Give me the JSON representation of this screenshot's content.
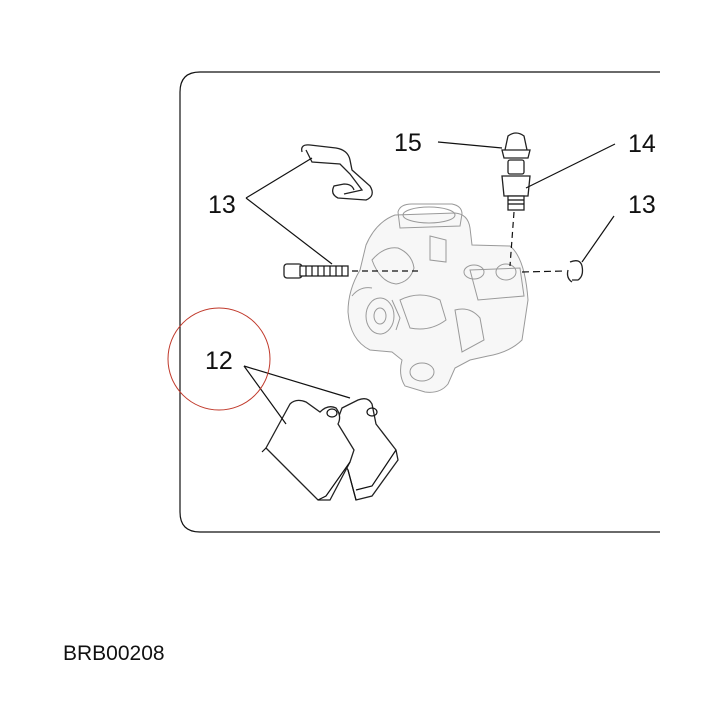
{
  "diagram": {
    "callouts": [
      {
        "id": "c15",
        "label": "15",
        "part": "bleeder-cap"
      },
      {
        "id": "c14",
        "label": "14",
        "part": "bleeder-valve"
      },
      {
        "id": "c13a",
        "label": "13",
        "part": "pad-retaining-spring-and-pin"
      },
      {
        "id": "c13b",
        "label": "13",
        "part": "clip"
      },
      {
        "id": "c12",
        "label": "12",
        "part": "brake-pads"
      }
    ],
    "highlight": {
      "target": "12",
      "color": "#c0392b"
    },
    "code": "BRB00208"
  }
}
